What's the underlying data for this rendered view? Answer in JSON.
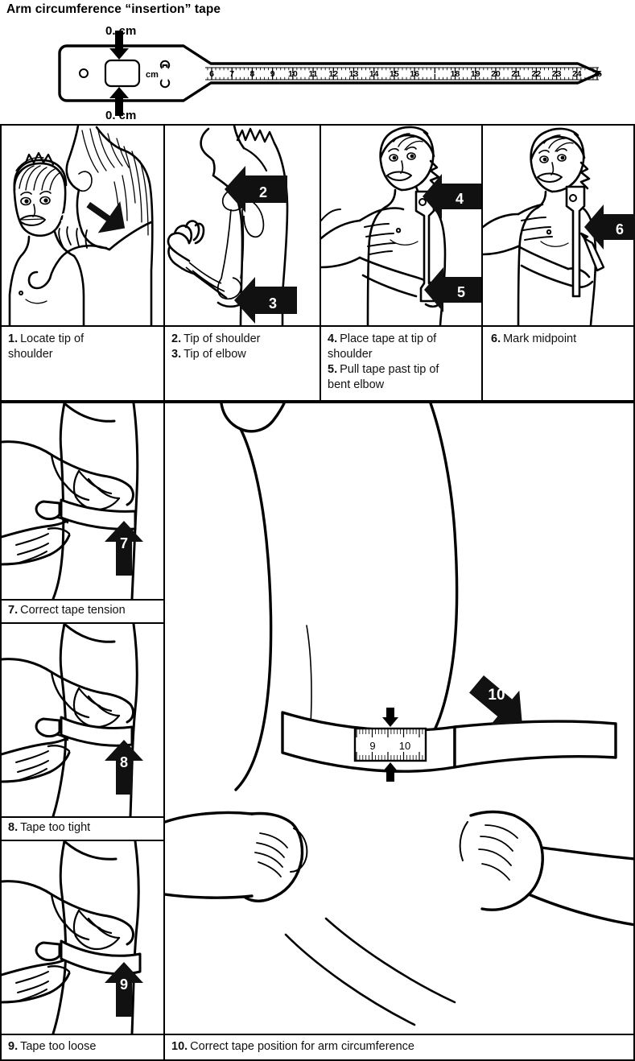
{
  "title": "Arm circumference “insertion” tape",
  "tape": {
    "top_label": "0. cm",
    "bottom_label": "0. cm",
    "unit_label": "cm",
    "ruler_ticks": [
      "6",
      "7",
      "8",
      "9",
      "10",
      "11",
      "12",
      "13",
      "14",
      "15",
      "16",
      "18",
      "19",
      "20",
      "21",
      "22",
      "23",
      "24",
      "25"
    ],
    "ruler_start": 6,
    "ruler_end": 25
  },
  "panels": [
    {
      "id": "panel-1",
      "markers": [
        "1"
      ],
      "caption_lines": [
        {
          "num": "1.",
          "text": "Locate tip of"
        },
        {
          "num": "",
          "text": "shoulder"
        }
      ]
    },
    {
      "id": "panel-2",
      "markers": [
        "2",
        "3"
      ],
      "caption_lines": [
        {
          "num": "2.",
          "text": "Tip of shoulder"
        },
        {
          "num": "3.",
          "text": "Tip of elbow"
        }
      ]
    },
    {
      "id": "panel-3",
      "markers": [
        "4",
        "5"
      ],
      "caption_lines": [
        {
          "num": "4.",
          "text": "Place tape at tip of"
        },
        {
          "num": "",
          "text": "shoulder"
        },
        {
          "num": "5.",
          "text": "Pull tape past tip of"
        },
        {
          "num": "",
          "text": "bent elbow"
        }
      ]
    },
    {
      "id": "panel-4",
      "markers": [
        "6"
      ],
      "caption_lines": [
        {
          "num": "6.",
          "text": "Mark midpoint"
        }
      ]
    },
    {
      "id": "panel-7",
      "markers": [
        "7"
      ],
      "caption_lines": [
        {
          "num": "7.",
          "text": "Correct tape tension"
        }
      ]
    },
    {
      "id": "panel-8",
      "markers": [
        "8"
      ],
      "caption_lines": [
        {
          "num": "8.",
          "text": "Tape too tight"
        }
      ]
    },
    {
      "id": "panel-9",
      "markers": [
        "9"
      ],
      "caption_lines": [
        {
          "num": "9.",
          "text": "Tape too loose"
        }
      ]
    },
    {
      "id": "panel-10",
      "markers": [
        "10"
      ],
      "window_ticks": [
        "9",
        "10"
      ],
      "caption_lines": [
        {
          "num": "10.",
          "text": "Correct tape position for arm circumference"
        }
      ]
    }
  ],
  "colors": {
    "ink": "#000000",
    "paper": "#ffffff",
    "marker_fill": "#111111",
    "marker_text": "#ffffff"
  }
}
